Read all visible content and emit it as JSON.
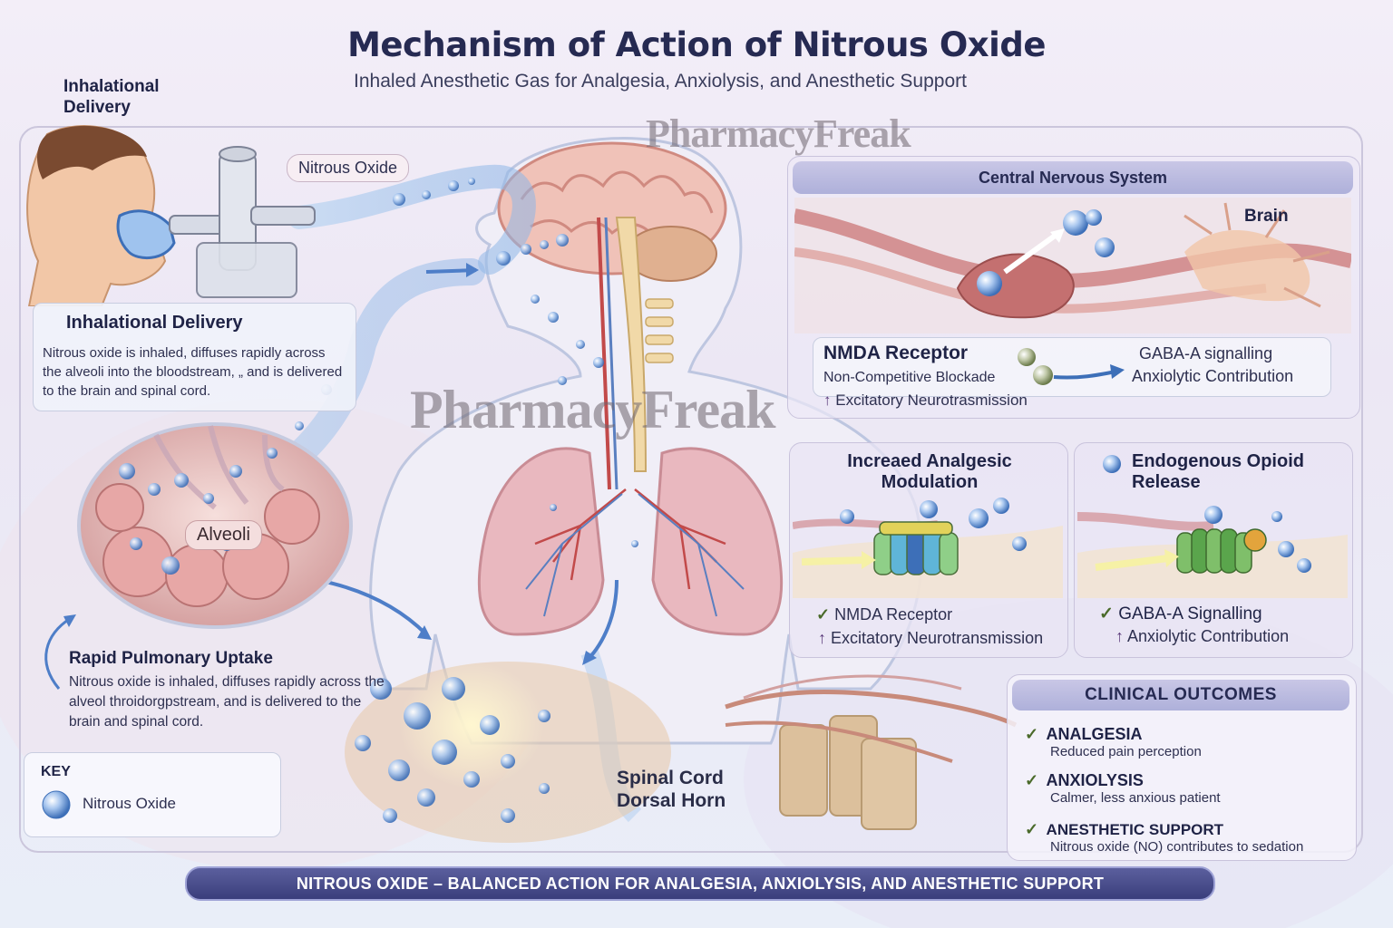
{
  "header": {
    "title": "Mechanism of Action of Nitrous Oxide",
    "subtitle": "Inhaled Anesthetic Gas for Analgesia, Anxiolysis, and Anesthetic Support"
  },
  "watermark": "PharmacyFreak",
  "delivery": {
    "corner_label": "Inhalational Delivery",
    "tank_label": "Nitrous Oxide",
    "card_title": "Inhalational Delivery",
    "card_text": "Nitrous oxide is inhaled, diffuses rapidly across the alveoli into the bloodstream, „ and is delivered to the brain and spinal cord."
  },
  "alveoli": {
    "label": "Alveoli"
  },
  "uptake": {
    "title": "Rapid Pulmonary Uptake",
    "text": "Nitrous oxide is inhaled, diffuses rapidly across the alveol throidorgpstream, and is delivered to the brain and spinal cord."
  },
  "key": {
    "title": "KEY",
    "item": "Nitrous Oxide"
  },
  "spinal": {
    "line1": "Spinal Cord",
    "line2": "Dorsal Horn"
  },
  "cns": {
    "header": "Central Nervous System",
    "brain_label": "Brain",
    "nmda_title": "NMDA Receptor",
    "nmda_line1": "Non-Competitive Blockade",
    "nmda_line2": "Excitatory Neurotrasmission",
    "gaba_title": "GABA-A signalling",
    "gaba_line1": "Anxiolytic Contribution"
  },
  "analgesic": {
    "title_line1": "Increaed Analgesic",
    "title_line2": "Modulation",
    "check_label": "NMDA Receptor",
    "arrow_label": "Excitatory Neurotransmission"
  },
  "opioid": {
    "title_line1": "Endogenous Opioid",
    "title_line2": "Release",
    "check_label": "GABA-A Signalling",
    "arrow_label": "Anxiolytic Contribution"
  },
  "clinical": {
    "header": "CLINICAL OUTCOMES",
    "items": [
      {
        "title": "ANALGESIA",
        "desc": "Reduced pain perception"
      },
      {
        "title": "ANXIOLYSIS",
        "desc": "Calmer, less anxious patient"
      },
      {
        "title": "ANESTHETIC SUPPORT",
        "desc": "Nitrous oxide (NO) contributes to sedation"
      }
    ]
  },
  "footer": {
    "text": "NITROUS OXIDE – BALANCED ACTION FOR ANALGESIA, ANXIOLYSIS, AND ANESTHETIC SUPPORT"
  },
  "colors": {
    "title": "#262a52",
    "molecule": "#6f9bd8",
    "footer_bg": "#3a3e7c",
    "lung": "#e9b8bf",
    "vessel": "#c24a4a"
  }
}
